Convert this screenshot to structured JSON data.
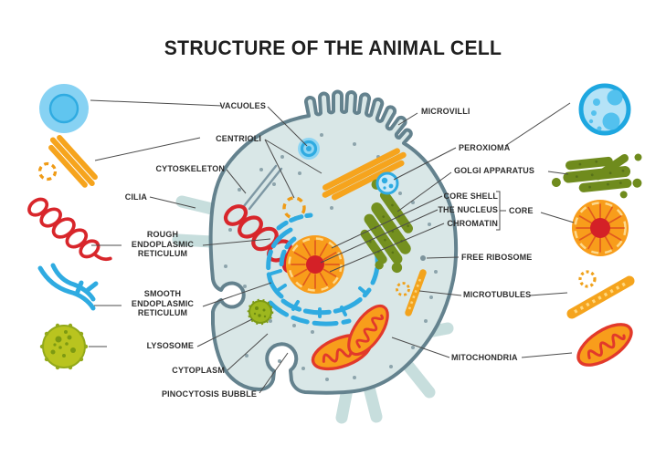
{
  "title": "STRUCTURE OF THE ANIMAL CELL",
  "labels": {
    "vacuoles": "VACUOLES",
    "centrioli": "CENTRIOLI",
    "cytoskeleton": "CYTOSKELETON",
    "cilia": "CILIA",
    "rough_er": "ROUGH ENDOPLASMIC RETICULUM",
    "smooth_er": "SMOOTH ENDOPLASMIC RETICULUM",
    "lysosome": "LYSOSOME",
    "cytoplasm": "CYTOPLASM",
    "pinocytosis_bubble": "PINOCYTOSIS BUBBLE",
    "microvilli": "MICROVILLI",
    "peroxioma": "PEROXIOMA",
    "golgi_apparatus": "GOLGI APPARATUS",
    "core_shell": "CORE SHELL",
    "the_nucleus": "THE NUCLEUS",
    "chromatin": "CHROMATIN",
    "core": "CORE",
    "free_ribosome": "FREE RIBOSOME",
    "microtubules": "MICROTUBULES",
    "mitochondria": "MITOCHONDRIA"
  },
  "icons": {
    "left": [
      "vacuole-icon",
      "centrioles-icon",
      "rough-er-icon",
      "smooth-er-icon",
      "lysosome-icon"
    ],
    "right": [
      "peroxisome-icon",
      "golgi-icon",
      "nucleus-core-icon",
      "microtubules-icon",
      "mitochondria-icon"
    ]
  },
  "colors": {
    "cell_outline": "#64828e",
    "cell_fill": "#d9e7e7",
    "cilia_fill": "#c7dedd",
    "blue_organelle": "#2fabe1",
    "light_blue": "#87d2f3",
    "orange": "#f89d1b",
    "red": "#d8262b",
    "olive_green": "#74901f",
    "lysosome_green": "#b9c41f",
    "nucleolus_red": "#d42127",
    "leader_line": "#4b4b4b"
  }
}
